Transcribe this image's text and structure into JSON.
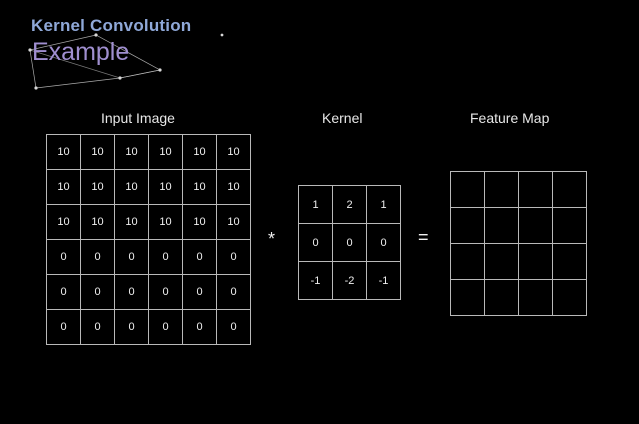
{
  "title": {
    "main": "Kernel Convolution",
    "sub": "Example",
    "main_color": "#8fa8d8",
    "sub_color": "#a08fd0"
  },
  "background_color": "#000000",
  "grid_line_color": "#b9b9b9",
  "sections": {
    "input_label": "Input Image",
    "kernel_label": "Kernel",
    "feature_label": "Feature Map"
  },
  "operators": {
    "convolution": "*",
    "equals": "="
  },
  "input_image": {
    "rows": 6,
    "cols": 6,
    "cells": [
      [
        "10",
        "10",
        "10",
        "10",
        "10",
        "10"
      ],
      [
        "10",
        "10",
        "10",
        "10",
        "10",
        "10"
      ],
      [
        "10",
        "10",
        "10",
        "10",
        "10",
        "10"
      ],
      [
        "0",
        "0",
        "0",
        "0",
        "0",
        "0"
      ],
      [
        "0",
        "0",
        "0",
        "0",
        "0",
        "0"
      ],
      [
        "0",
        "0",
        "0",
        "0",
        "0",
        "0"
      ]
    ]
  },
  "kernel": {
    "rows": 3,
    "cols": 3,
    "cells": [
      [
        "1",
        "2",
        "1"
      ],
      [
        "0",
        "0",
        "0"
      ],
      [
        "-1",
        "-2",
        "-1"
      ]
    ]
  },
  "feature_map": {
    "rows": 4,
    "cols": 4,
    "cells": [
      [
        "",
        "",
        "",
        ""
      ],
      [
        "",
        "",
        "",
        ""
      ],
      [
        "",
        "",
        "",
        ""
      ],
      [
        "",
        "",
        "",
        ""
      ]
    ]
  }
}
